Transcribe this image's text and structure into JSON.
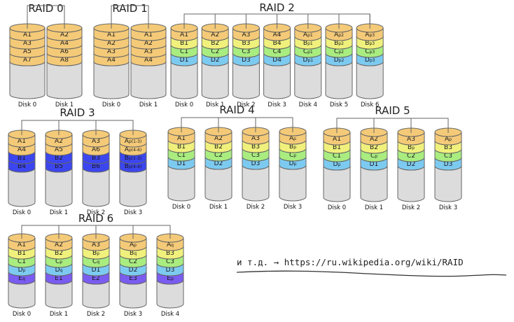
{
  "colors": {
    "A": "#f4ca78",
    "B": "#f0f07c",
    "C": "#a9ec80",
    "D": "#7dcaf0",
    "E": "#7a5cf0",
    "B3": "#3c46ee",
    "empty": "#dcdcdc",
    "outline": "#666666"
  },
  "arrays": [
    {
      "title": "RAID 0",
      "disks": [
        {
          "label": "Disk 0",
          "segments": [
            [
              "A1",
              "A"
            ],
            [
              "A3",
              "A"
            ],
            [
              "A5",
              "A"
            ],
            [
              "A7",
              "A"
            ]
          ]
        },
        {
          "label": "Disk 1",
          "segments": [
            [
              "A2",
              "A"
            ],
            [
              "A4",
              "A"
            ],
            [
              "A6",
              "A"
            ],
            [
              "A8",
              "A"
            ]
          ]
        }
      ]
    },
    {
      "title": "RAID 1",
      "disks": [
        {
          "label": "Disk 0",
          "segments": [
            [
              "A1",
              "A"
            ],
            [
              "A2",
              "A"
            ],
            [
              "A3",
              "A"
            ],
            [
              "A4",
              "A"
            ]
          ]
        },
        {
          "label": "Disk 1",
          "segments": [
            [
              "A1",
              "A"
            ],
            [
              "A2",
              "A"
            ],
            [
              "A3",
              "A"
            ],
            [
              "A4",
              "A"
            ]
          ]
        }
      ]
    },
    {
      "title": "RAID 2",
      "disks": [
        {
          "label": "Disk 0",
          "segments": [
            [
              "A1",
              "A"
            ],
            [
              "B1",
              "B"
            ],
            [
              "C1",
              "C"
            ],
            [
              "D1",
              "D"
            ]
          ]
        },
        {
          "label": "Disk 1",
          "segments": [
            [
              "A2",
              "A"
            ],
            [
              "B2",
              "B"
            ],
            [
              "C2",
              "C"
            ],
            [
              "D2",
              "D"
            ]
          ]
        },
        {
          "label": "Disk 2",
          "segments": [
            [
              "A3",
              "A"
            ],
            [
              "B3",
              "B"
            ],
            [
              "C3",
              "C"
            ],
            [
              "D3",
              "D"
            ]
          ]
        },
        {
          "label": "Disk 3",
          "segments": [
            [
              "A4",
              "A"
            ],
            [
              "B4",
              "B"
            ],
            [
              "C4",
              "C"
            ],
            [
              "D4",
              "D"
            ]
          ]
        },
        {
          "label": "Disk 4",
          "segments": [
            [
              "A|p1",
              "A"
            ],
            [
              "B|p1",
              "B"
            ],
            [
              "C|p1",
              "C"
            ],
            [
              "D|p1",
              "D"
            ]
          ]
        },
        {
          "label": "Disk 5",
          "segments": [
            [
              "A|p2",
              "A"
            ],
            [
              "B|p2",
              "B"
            ],
            [
              "C|p2",
              "C"
            ],
            [
              "D|p2",
              "D"
            ]
          ]
        },
        {
          "label": "Disk 6",
          "segments": [
            [
              "A|p3",
              "A"
            ],
            [
              "B|p3",
              "B"
            ],
            [
              "C|p3",
              "C"
            ],
            [
              "D|p3",
              "D"
            ]
          ]
        }
      ]
    },
    {
      "title": "RAID 3",
      "disks": [
        {
          "label": "Disk 0",
          "segments": [
            [
              "A1",
              "A"
            ],
            [
              "A4",
              "A"
            ],
            [
              "B1",
              "B3"
            ],
            [
              "B4",
              "B3"
            ]
          ]
        },
        {
          "label": "Disk 1",
          "segments": [
            [
              "A2",
              "A"
            ],
            [
              "A5",
              "A"
            ],
            [
              "B2",
              "B3"
            ],
            [
              "B5",
              "B3"
            ]
          ]
        },
        {
          "label": "Disk 2",
          "segments": [
            [
              "A3",
              "A"
            ],
            [
              "A6",
              "A"
            ],
            [
              "B3",
              "B3"
            ],
            [
              "B6",
              "B3"
            ]
          ]
        },
        {
          "label": "Disk 3",
          "segments": [
            [
              "A|p(1-3)",
              "A"
            ],
            [
              "A|p(4-6)",
              "A"
            ],
            [
              "B|p(1-3)",
              "B3"
            ],
            [
              "B|p(4-6)",
              "B3"
            ]
          ]
        }
      ]
    },
    {
      "title": "RAID 4",
      "disks": [
        {
          "label": "Disk 0",
          "segments": [
            [
              "A1",
              "A"
            ],
            [
              "B1",
              "B"
            ],
            [
              "C1",
              "C"
            ],
            [
              "D1",
              "D"
            ]
          ]
        },
        {
          "label": "Disk 1",
          "segments": [
            [
              "A2",
              "A"
            ],
            [
              "B2",
              "B"
            ],
            [
              "C2",
              "C"
            ],
            [
              "D2",
              "D"
            ]
          ]
        },
        {
          "label": "Disk 2",
          "segments": [
            [
              "A3",
              "A"
            ],
            [
              "B3",
              "B"
            ],
            [
              "C3",
              "C"
            ],
            [
              "D3",
              "D"
            ]
          ]
        },
        {
          "label": "Disk 3",
          "segments": [
            [
              "A|p",
              "A"
            ],
            [
              "B|p",
              "B"
            ],
            [
              "C|p",
              "C"
            ],
            [
              "D|p",
              "D"
            ]
          ]
        }
      ]
    },
    {
      "title": "RAID 5",
      "disks": [
        {
          "label": "Disk 0",
          "segments": [
            [
              "A1",
              "A"
            ],
            [
              "B1",
              "B"
            ],
            [
              "C1",
              "C"
            ],
            [
              "D|p",
              "D"
            ]
          ]
        },
        {
          "label": "Disk 1",
          "segments": [
            [
              "A2",
              "A"
            ],
            [
              "B2",
              "B"
            ],
            [
              "C|p",
              "C"
            ],
            [
              "D1",
              "D"
            ]
          ]
        },
        {
          "label": "Disk 2",
          "segments": [
            [
              "A3",
              "A"
            ],
            [
              "B|p",
              "B"
            ],
            [
              "C2",
              "C"
            ],
            [
              "D2",
              "D"
            ]
          ]
        },
        {
          "label": "Disk 3",
          "segments": [
            [
              "A|p",
              "A"
            ],
            [
              "B3",
              "B"
            ],
            [
              "C3",
              "C"
            ],
            [
              "D3",
              "D"
            ]
          ]
        }
      ]
    },
    {
      "title": "RAID 6",
      "disks": [
        {
          "label": "Disk 0",
          "segments": [
            [
              "A1",
              "A"
            ],
            [
              "B1",
              "B"
            ],
            [
              "C1",
              "C"
            ],
            [
              "D|p",
              "D"
            ],
            [
              "E|q",
              "E"
            ]
          ]
        },
        {
          "label": "Disk 1",
          "segments": [
            [
              "A2",
              "A"
            ],
            [
              "B2",
              "B"
            ],
            [
              "C|p",
              "C"
            ],
            [
              "D|q",
              "D"
            ],
            [
              "E1",
              "E"
            ]
          ]
        },
        {
          "label": "Disk 2",
          "segments": [
            [
              "A3",
              "A"
            ],
            [
              "B|p",
              "B"
            ],
            [
              "C|q",
              "C"
            ],
            [
              "D1",
              "D"
            ],
            [
              "E2",
              "E"
            ]
          ]
        },
        {
          "label": "Disk 3",
          "segments": [
            [
              "A|p",
              "A"
            ],
            [
              "B|q",
              "B"
            ],
            [
              "C2",
              "C"
            ],
            [
              "D2",
              "D"
            ],
            [
              "E3",
              "E"
            ]
          ]
        },
        {
          "label": "Disk 4",
          "segments": [
            [
              "A|q",
              "A"
            ],
            [
              "B3",
              "B"
            ],
            [
              "C3",
              "C"
            ],
            [
              "D3",
              "D"
            ],
            [
              "E|p",
              "E"
            ]
          ]
        }
      ]
    }
  ],
  "note": {
    "prefix": "и т.д.",
    "arrow": "→",
    "link": "https://ru.wikipedia.org/wiki/RAID"
  }
}
